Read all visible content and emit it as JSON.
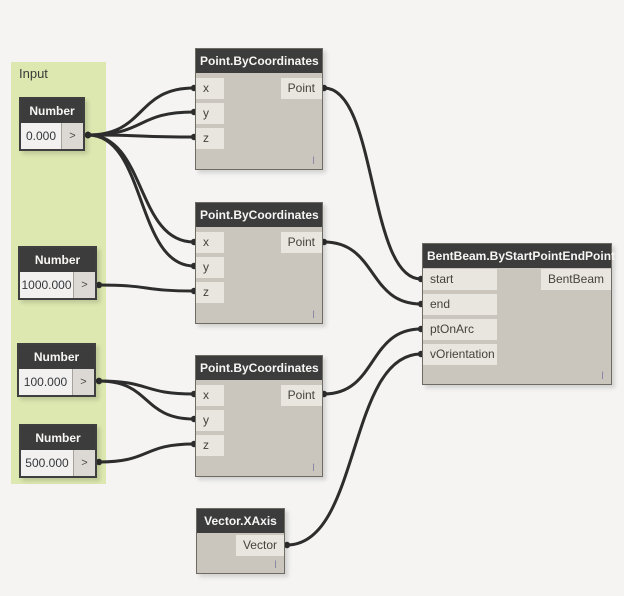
{
  "canvas": {
    "background": "#f5f4f2",
    "wire_color": "#2d2d2d"
  },
  "group": {
    "label": "Input",
    "color": "#dce8b0"
  },
  "colors": {
    "node_header": "#3c3c3c",
    "node_body": "#cac6be",
    "port_box": "#e9e6e0"
  },
  "nodes": {
    "number1": {
      "title": "Number",
      "value": "0.000",
      "button": ">"
    },
    "number2": {
      "title": "Number",
      "value": "1000.000",
      "button": ">"
    },
    "number3": {
      "title": "Number",
      "value": "100.000",
      "button": ">"
    },
    "number4": {
      "title": "Number",
      "value": "500.000",
      "button": ">"
    },
    "point1": {
      "title": "Point.ByCoordinates",
      "inputs": [
        "x",
        "y",
        "z"
      ],
      "output": "Point",
      "lacing": "I"
    },
    "point2": {
      "title": "Point.ByCoordinates",
      "inputs": [
        "x",
        "y",
        "z"
      ],
      "output": "Point",
      "lacing": "I"
    },
    "point3": {
      "title": "Point.ByCoordinates",
      "inputs": [
        "x",
        "y",
        "z"
      ],
      "output": "Point",
      "lacing": "I"
    },
    "bentbeam": {
      "title": "BentBeam.ByStartPointEndPoint",
      "inputs": [
        "start",
        "end",
        "ptOnArc",
        "vOrientation"
      ],
      "output": "BentBeam",
      "lacing": "I"
    },
    "vector": {
      "title": "Vector.XAxis",
      "output": "Vector",
      "lacing": "I"
    }
  },
  "connections": [
    {
      "from": "number1.out",
      "to": "point1.x"
    },
    {
      "from": "number1.out",
      "to": "point1.y"
    },
    {
      "from": "number1.out",
      "to": "point1.z"
    },
    {
      "from": "number1.out",
      "to": "point2.x"
    },
    {
      "from": "number1.out",
      "to": "point2.y"
    },
    {
      "from": "number2.out",
      "to": "point2.z"
    },
    {
      "from": "number3.out",
      "to": "point3.x"
    },
    {
      "from": "number3.out",
      "to": "point3.y"
    },
    {
      "from": "number4.out",
      "to": "point3.z"
    },
    {
      "from": "point1.Point",
      "to": "bentbeam.start"
    },
    {
      "from": "point2.Point",
      "to": "bentbeam.end"
    },
    {
      "from": "point3.Point",
      "to": "bentbeam.ptOnArc"
    },
    {
      "from": "vector.Vector",
      "to": "bentbeam.vOrientation"
    }
  ]
}
